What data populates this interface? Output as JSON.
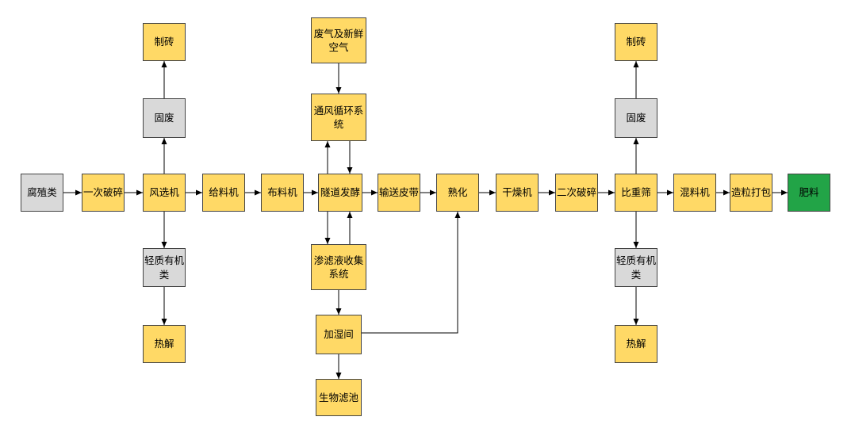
{
  "colors": {
    "process_fill": "#FFD966",
    "waste_fill": "#D9D9D9",
    "product_fill": "#22A447",
    "border": "#444444",
    "line": "#000000"
  },
  "main_flow": [
    "腐殖类",
    "一次破碎",
    "风选机",
    "给料机",
    "布料机",
    "隧道发酵",
    "输送皮带",
    "熟化",
    "干燥机",
    "二次破碎",
    "比重筛",
    "混料机",
    "造粒打包",
    "肥料"
  ],
  "first_separator": {
    "up": [
      "固废",
      "制砖"
    ],
    "down": [
      "轻质有机类",
      "热解"
    ]
  },
  "tunnel": {
    "air_source": "废气及新鲜空气",
    "ventilation": "通风循环系统",
    "leachate": "渗滤液收集系统",
    "humidification": "加湿间",
    "biofilter": "生物滤池"
  },
  "second_separator": {
    "up": [
      "固废",
      "制砖"
    ],
    "down": [
      "轻质有机类",
      "热解"
    ]
  }
}
